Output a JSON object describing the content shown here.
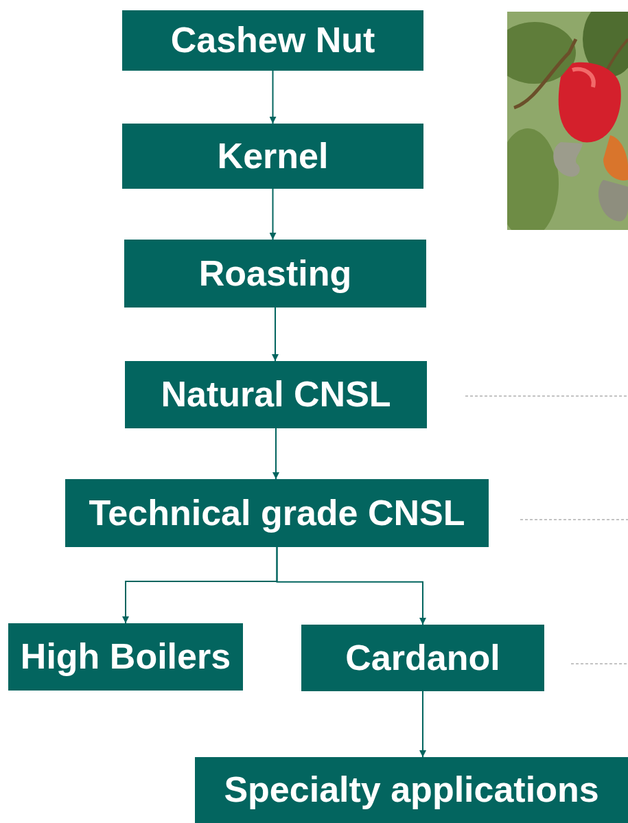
{
  "diagram": {
    "nodes": [
      {
        "text": [
          "Cashew Nut"
        ]
      },
      {
        "text": [
          "Kernel"
        ]
      },
      {
        "text": [
          "Roasting"
        ]
      },
      {
        "text": [
          "Natural CNSL"
        ]
      },
      {
        "text": [
          "Technical grade CNSL"
        ]
      },
      {
        "text": [
          "High Boilers"
        ]
      },
      {
        "text": [
          "Cardanol"
        ]
      },
      {
        "text": [
          "Specialty applications"
        ]
      }
    ],
    "edges": [
      {
        "from": 0,
        "to": 1,
        "arrow": "to"
      },
      {
        "from": 1,
        "to": 2,
        "arrow": "to"
      },
      {
        "from": 2,
        "to": 3,
        "arrow": "to"
      },
      {
        "from": 3,
        "to": 4,
        "arrow": "to"
      },
      {
        "from": 4,
        "to": 5,
        "arrow": "to"
      },
      {
        "from": 4,
        "to": 6,
        "arrow": "to"
      },
      {
        "from": 6,
        "to": 7,
        "arrow": "to"
      }
    ]
  }
}
